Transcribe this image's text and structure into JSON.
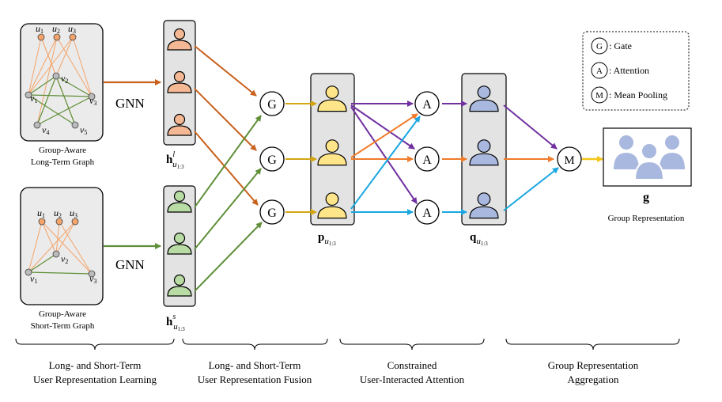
{
  "long_graph": {
    "caption_line1": "Group-Aware",
    "caption_line2": "Long-Term Graph",
    "u_labels": [
      "u",
      "u",
      "u"
    ],
    "u_subs": [
      "1",
      "2",
      "3"
    ],
    "v_labels": [
      "v",
      "v",
      "v",
      "v",
      "v"
    ],
    "v_subs": [
      "1",
      "2",
      "3",
      "4",
      "5"
    ]
  },
  "short_graph": {
    "caption_line1": "Group-Aware",
    "caption_line2": "Short-Term Graph",
    "u_labels": [
      "u",
      "u",
      "u"
    ],
    "u_subs": [
      "1",
      "2",
      "3"
    ],
    "v_labels": [
      "v",
      "v",
      "v"
    ],
    "v_subs": [
      "1",
      "2",
      "3"
    ]
  },
  "gnn_label": "GNN",
  "h_long": {
    "base": "h",
    "sup": "l",
    "sub": "u",
    "subsub": "1:3"
  },
  "h_short": {
    "base": "h",
    "sup": "s",
    "sub": "u",
    "subsub": "1:3"
  },
  "p_label": {
    "base": "p",
    "sub": "u",
    "subsub": "1:3"
  },
  "q_label": {
    "base": "q",
    "sub": "u",
    "subsub": "1:3"
  },
  "gate_symbol": "G",
  "attention_symbol": "A",
  "mean_symbol": "M",
  "legend": {
    "gate": ": Gate",
    "attention": ": Attention",
    "mean": ": Mean Pooling"
  },
  "output": {
    "symbol": "g",
    "caption": "Group Representation"
  },
  "stages": [
    {
      "line1": "Long- and Short-Term",
      "line2": "User Representation Learning"
    },
    {
      "line1": "Long- and Short-Term",
      "line2": "User Representation Fusion"
    },
    {
      "line1": "Constrained",
      "line2": "User-Interacted Attention"
    },
    {
      "line1": "Group Representation",
      "line2": "Aggregation"
    }
  ],
  "colors": {
    "brown": "#c8611c",
    "green": "#5f8f38",
    "gold": "#d4a512",
    "orange": "#f07c2c",
    "purple": "#7030a0",
    "cyan": "#1aa6e0",
    "yellow_arrow": "#f5c518",
    "peach": "#f4b894",
    "light_green": "#b8dca4",
    "yellow": "#ffe58a",
    "blue": "#a9b8de"
  }
}
